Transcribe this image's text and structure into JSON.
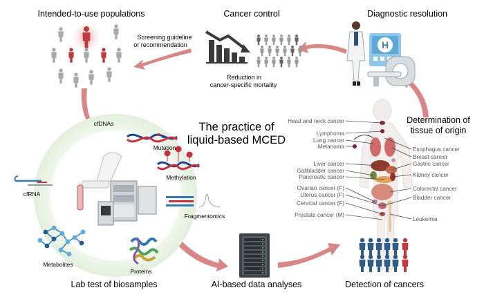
{
  "stage_titles": {
    "populations": "Intended-to-use populations",
    "control": "Cancer control",
    "diagnostic": "Diagnostic resolution",
    "tissue_line1": "Determination of",
    "tissue_line2": "tissue of origin",
    "lab": "Lab test of biosamples",
    "ai": "AI-based data analyses",
    "detection": "Detection of cancers"
  },
  "center_title": {
    "line1": "The practice of",
    "line2": "liquid-based MCED"
  },
  "screening": {
    "line1": "Screening guideline",
    "line2": "or recommendation"
  },
  "mortality": {
    "line1": "Reduction in",
    "line2": "cancer-specific mortality"
  },
  "hospital_letter": "H",
  "biomarkers": {
    "cfdnas": "cfDNAs",
    "mutation": "Mutation",
    "methylation": "Methylation",
    "fragmentomics": "Fragmentomics",
    "cfrna": "cfRNA",
    "metabolites": "Metabolites",
    "proteins": "Proteins"
  },
  "cancers_left": [
    "Head and neck cancer",
    "Lymphoma",
    "Lung cancer",
    "Melanoma",
    "Liver cancer",
    "Gallbladder cancer",
    "Pancreatic cancer",
    "Ovarian cancer (F)",
    "Uterus cancer (F)",
    "Cervical cancer (F)",
    "Prostate cancer (M)"
  ],
  "cancers_right": [
    "Esophagus cancer",
    "Breast cancer",
    "Gastric cancer",
    "Kidney cancer",
    "Colorectal cancer",
    "Bladder cancer",
    "Leukemia"
  ],
  "colors": {
    "arrow": "#d98686",
    "accent_red": "#c0393f",
    "person_gray": "#a9a9a9",
    "person_blue": "#2f5d84",
    "ring": "#eaf3e5",
    "dna_blue": "#1d3f8f",
    "dna_red": "#c8313c"
  }
}
